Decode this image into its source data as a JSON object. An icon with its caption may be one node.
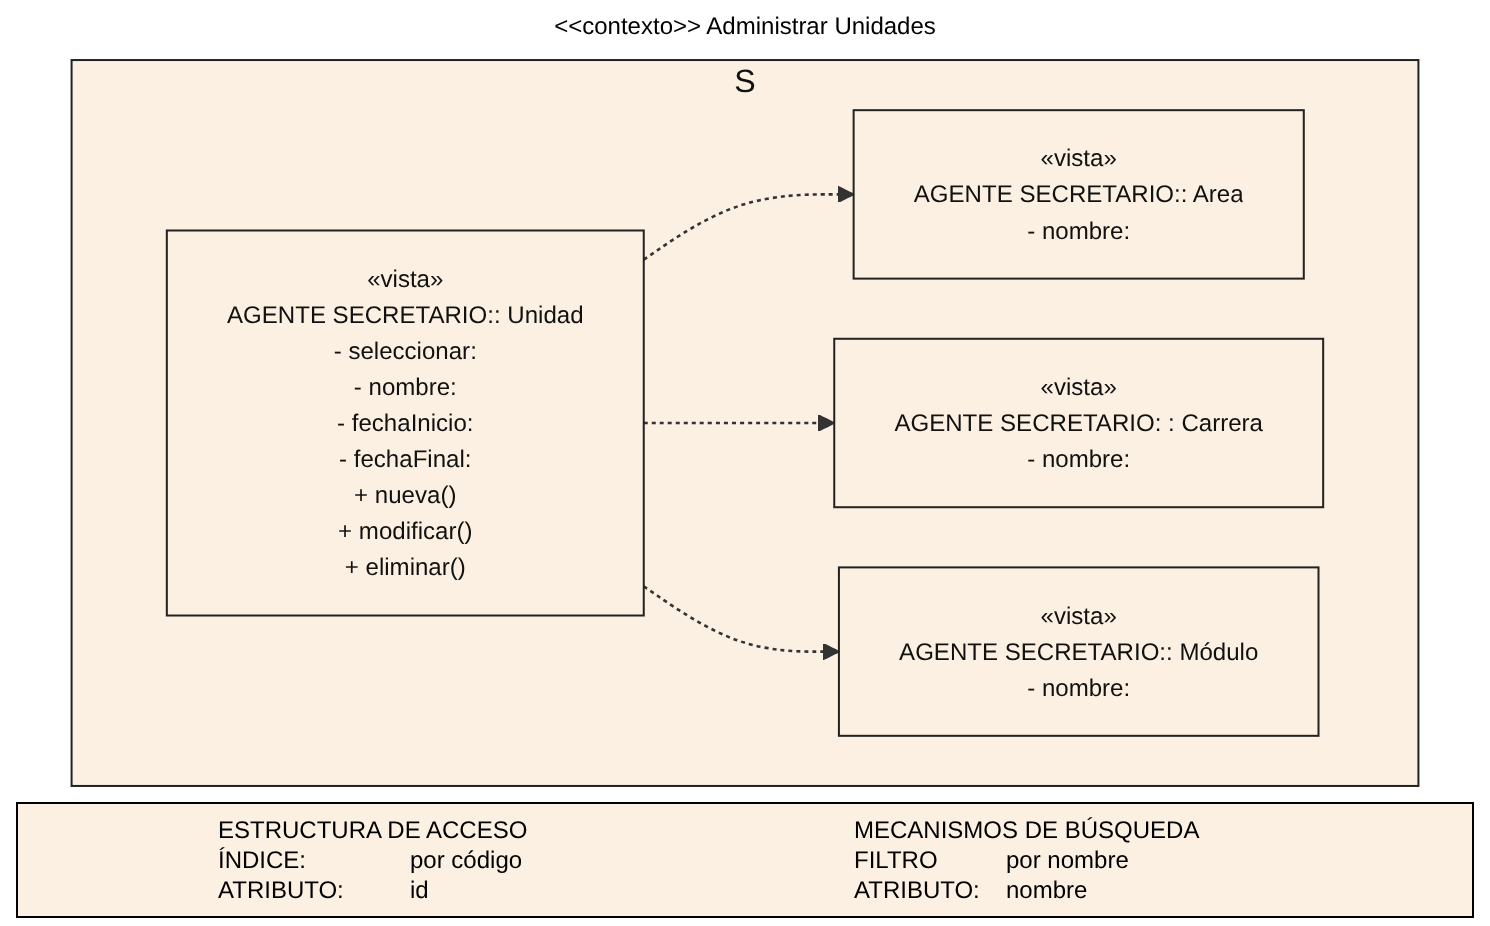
{
  "diagram": {
    "nodes": [
      {
        "text": [
          "S"
        ]
      },
      {
        "text": [
          "«vista»",
          "AGENTE SECRETARIO:: Area",
          "- nombre:"
        ],
        "in": 0
      },
      {
        "text": [
          "«vista»",
          "AGENTE SECRETARIO:: Unidad",
          "- seleccionar:",
          "- nombre:",
          "- fechaInicio:",
          "- fechaFinal:",
          "+ nueva()",
          "+ modificar()",
          "+ eliminar()"
        ],
        "in": 0
      },
      {
        "text": [
          "«vista»",
          "AGENTE SECRETARIO:: Módulo",
          "- nombre:"
        ],
        "in": 0
      },
      {
        "text": [
          "«vista»",
          "AGENTE SECRETARIO: : Carrera",
          "- nombre:"
        ],
        "in": 0
      }
    ],
    "edges": [
      {
        "from": 2,
        "to": 1,
        "arrow": "to",
        "style": "dashed"
      },
      {
        "from": 2,
        "to": 4,
        "arrow": "to",
        "style": "dashed"
      },
      {
        "from": 2,
        "to": 3,
        "arrow": "to",
        "style": "dashed"
      }
    ],
    "labels": [
      "<<contexto>> Administrar Unidades",
      "ESTRUCTURA DE ACCESO",
      "MECANISMOS DE BÚSQUEDA",
      "ÍNDICE:",
      "por código",
      "FILTRO",
      "por nombre",
      "ATRIBUTO:",
      "id",
      "ATRIBUTO:",
      "nombre"
    ]
  }
}
